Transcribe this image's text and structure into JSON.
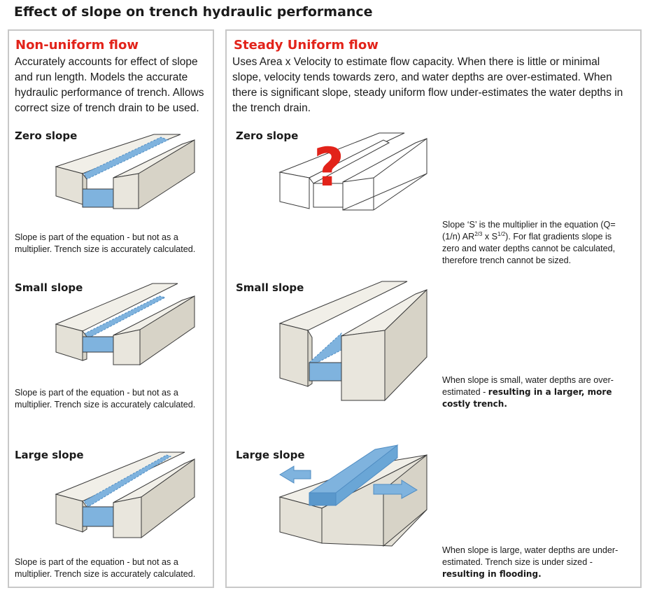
{
  "title": "Effect of slope on trench hydraulic performance",
  "colors": {
    "accent_red": "#e2231a",
    "block_fill": "#e4e1d7",
    "block_stroke": "#3a3a3a",
    "water_fill": "#7fb3de",
    "water_dark": "#5a98cc",
    "panel_border": "#c8c8c8"
  },
  "left_panel": {
    "heading": "Non-uniform flow",
    "description": "Accurately accounts for effect of slope and run length. Models the accurate hydraulic performance of trench. Allows correct size of trench drain to be used.",
    "sections": [
      {
        "label": "Zero slope",
        "caption": "Slope is part of the equation - but not as a multiplier. Trench size is accurately calculated."
      },
      {
        "label": "Small slope",
        "caption": "Slope is part of the equation - but not as a multiplier. Trench size is accurately calculated."
      },
      {
        "label": "Large slope",
        "caption": "Slope is part of the equation - but not as a multiplier. Trench size is accurately calculated."
      }
    ]
  },
  "right_panel": {
    "heading": "Steady Uniform flow",
    "description": "Uses Area x Velocity to estimate flow capacity. When there is little or minimal slope, velocity tends towards zero, and water depths are over-estimated. When there is significant slope, steady uniform flow under-estimates the water depths in the trench drain.",
    "sections": [
      {
        "label": "Zero slope",
        "question_mark": "?",
        "caption_part1": "Slope ‘S’ is the multiplier in the equation (Q=(1/n) AR",
        "sup1": "2/3",
        "caption_part2": " x S",
        "sup2": "1/2",
        "caption_part3": "). For flat gradients slope is zero and water depths cannot be calculated, therefore trench cannot be sized."
      },
      {
        "label": "Small slope",
        "caption_normal": "When slope is small, water depths are over-estimated - ",
        "caption_bold": "resulting in a larger, more costly trench."
      },
      {
        "label": "Large slope",
        "caption_normal": "When slope is large, water depths are under-estimated. Trench size is under sized - ",
        "caption_bold": "resulting in flooding."
      }
    ]
  }
}
